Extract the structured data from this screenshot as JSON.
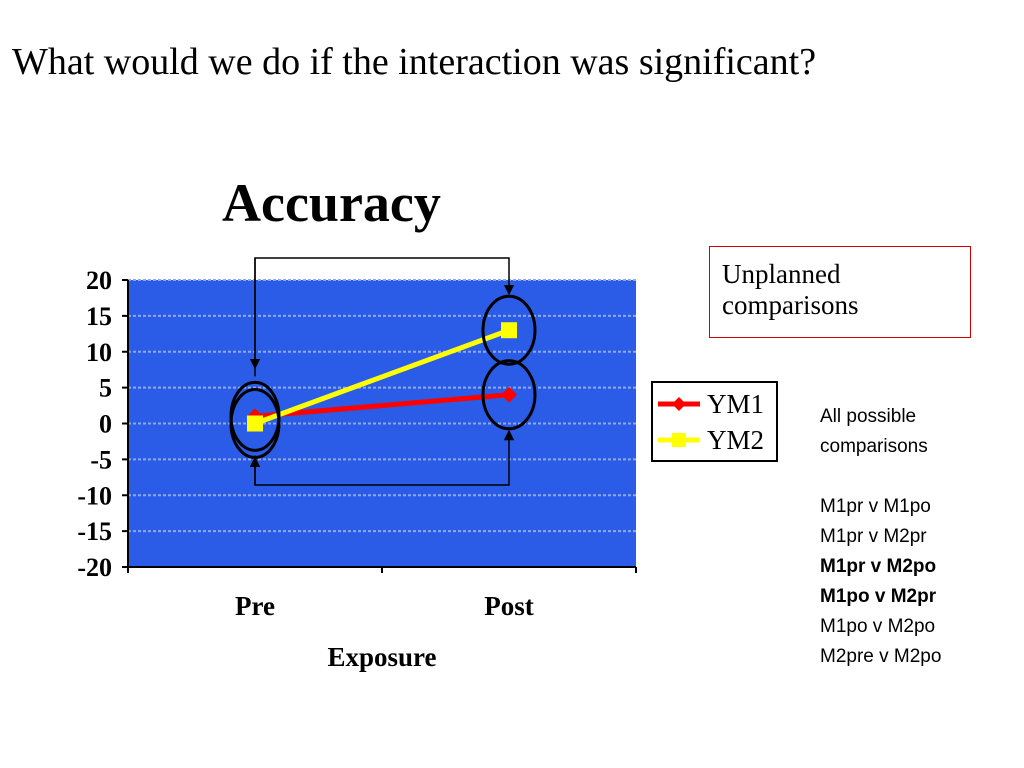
{
  "slide": {
    "title": "What would we do if the interaction was significant?"
  },
  "callout": {
    "line1": "Unplanned",
    "line2": "comparisons"
  },
  "comparisons": {
    "heading1": "All possible",
    "heading2": "comparisons",
    "items": [
      {
        "text": "M1pr v  M1po",
        "bold": false
      },
      {
        "text": "M1pr v M2pr",
        "bold": false
      },
      {
        "text": "M1pr v M2po",
        "bold": true
      },
      {
        "text": "M1po v M2pr",
        "bold": true
      },
      {
        "text": "M1po v M2po",
        "bold": false
      },
      {
        "text": "M2pre v M2po",
        "bold": false
      }
    ]
  },
  "colors": {
    "plot_background": "#2a5ce8",
    "gridline": "#8fa8e8",
    "series_ym1": "#ff0000",
    "series_ym2": "#ffff00",
    "circle": "#000000",
    "callout_border": "#d00000"
  },
  "chart_data": {
    "type": "line",
    "title": "Accuracy",
    "xlabel": "Exposure",
    "ylabel": "",
    "categories": [
      "Pre",
      "Post"
    ],
    "ylim": [
      -20,
      20
    ],
    "yticks": [
      "20",
      "15",
      "10",
      "5",
      "0",
      "-5",
      "-10",
      "-15",
      "-20"
    ],
    "grid": true,
    "legend_position": "right",
    "series": [
      {
        "name": "YM1",
        "values": [
          1,
          4
        ],
        "marker": "diamond",
        "color": "#ff0000"
      },
      {
        "name": "YM2",
        "values": [
          0,
          13
        ],
        "marker": "square",
        "color": "#ffff00"
      }
    ],
    "annotations": {
      "circled_points": "all four data points are circled",
      "connector_top": "arrow from Pre to Post above plot",
      "connector_bottom": "arrow from Pre to Post below plot"
    }
  }
}
